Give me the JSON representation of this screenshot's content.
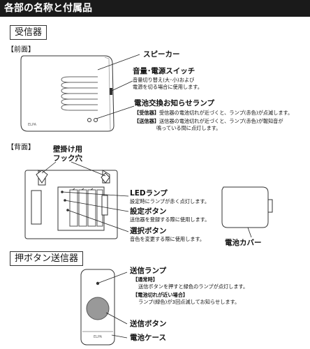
{
  "header": {
    "title": "各部の名称と付属品"
  },
  "receiver": {
    "section_title": "受信器",
    "front": {
      "label": "【前面】",
      "brand": "ELPA",
      "speaker": {
        "label": "スピーカー"
      },
      "switch": {
        "label": "音量･電源スイッチ",
        "desc1": "音量切り替え(大･小)および",
        "desc2": "電源を切る場合に使用します。"
      },
      "battery_lamp": {
        "label": "電池交換お知らせランプ",
        "line1_tag": "【受信器】",
        "line1": "受信器の電池切れが近づくと、ランプ(赤色)が点滅します。",
        "line2_tag": "【送信器】",
        "line2": "送信器の電池切れが近づくと、ランプ(赤色)が報知音が",
        "line3": "鳴っている間に点灯します。"
      }
    },
    "back": {
      "label": "【背面】",
      "hook": {
        "label1": "壁掛け用",
        "label2": "フック穴"
      },
      "led": {
        "label": "LEDランプ",
        "desc": "設定時にランプが赤く点灯します。"
      },
      "setting": {
        "label": "設定ボタン",
        "desc": "送信器を登録する際に使用します。"
      },
      "select": {
        "label": "選択ボタン",
        "desc": "音色を変更する際に使用します。"
      },
      "battery_cover": {
        "label": "電池カバー"
      }
    }
  },
  "transmitter": {
    "section_title": "押ボタン送信器",
    "brand": "ELPA",
    "lamp": {
      "label": "送信ランプ",
      "tag1": "【通常時】",
      "desc1": "送信ボタンを押すと緑色のランプが点灯します。",
      "tag2": "【電池切れが近い場合】",
      "desc2": "ランプ(緑色)が3回点滅してお知らせします。"
    },
    "button": {
      "label": "送信ボタン"
    },
    "case": {
      "label": "電池ケース"
    }
  }
}
